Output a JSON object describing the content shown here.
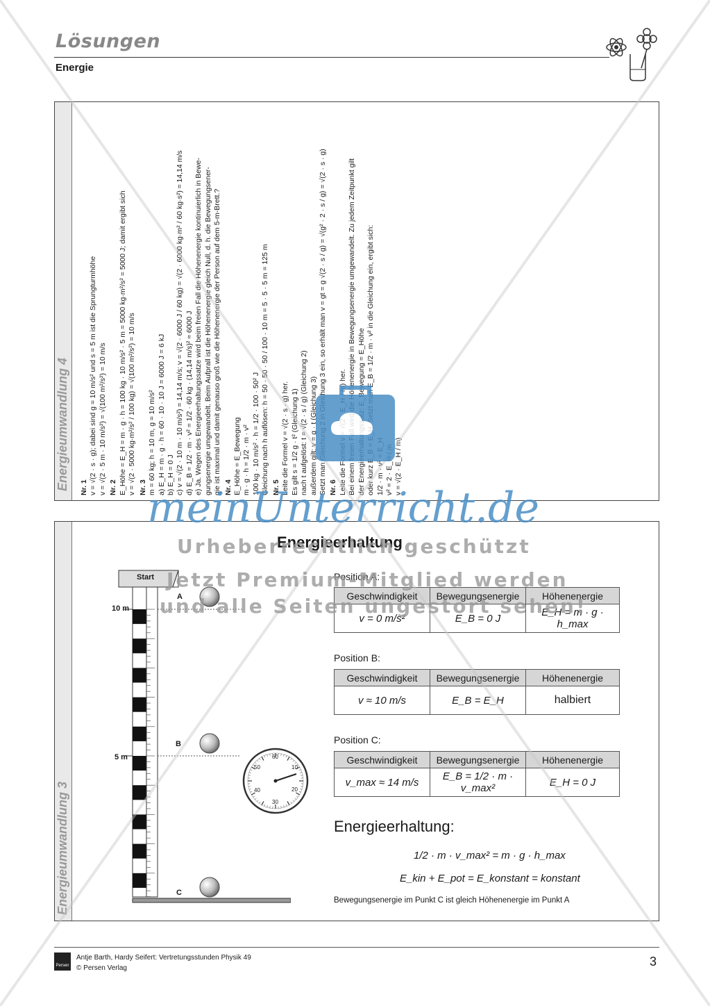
{
  "header": {
    "title": "Lösungen",
    "subtitle": "Energie"
  },
  "panel_top": {
    "side_label": "Energieumwandlung 4",
    "lines": [
      {
        "text": "Nr. 1",
        "bold": true
      },
      {
        "text": "v = √(2 · s · g); dabei sind g ≈ 10 m/s² und s = 5 m ist die Sprungturmhöhe"
      },
      {
        "text": "v = √(2 · 5 m · 10 m/s²) = √(100 m²/s²) = 10 m/s"
      },
      {
        "text": "Nr. 2",
        "bold": true
      },
      {
        "text": "E_Höhe = E_H = m · g · h = 100 kg · 10 m/s² · 5 m = 5000 kg·m²/s² = 5000 J; damit ergibt sich"
      },
      {
        "text": "v = √(2 · 5000 kg·m²/s² / 100 kg) = √(100 m²/s²) = 10 m/s"
      },
      {
        "text": "Nr. 3",
        "bold": true
      },
      {
        "text": "m = 60 kg; h = 10 m, g ≈ 10 m/s²"
      },
      {
        "text": "a) E_H = m · g · h = 60 · 10 · 10 J = 6000 J = 6 kJ"
      },
      {
        "text": "b) E_H = 0 J"
      },
      {
        "text": "c) v = √(2 · 10 m · 10 m/s²) ≈ 14,14 m/s; v = √(2 · 6000 J / 60 kg) = √(2 · 6000 kg·m² / 60 kg·s²) ≈ 14,14 m/s"
      },
      {
        "text": "d) E_B = 1/2 · m · v² = 1/2 · 60 kg · (14,14 m/s)² ≈ 6000 J"
      },
      {
        "text": "e) Ja. Wegen des Energieerhaltungssatze wird beim freien Fall die Höhenenergie kontinuierlich in Bewe-"
      },
      {
        "text": "gungsenergie umgewandelt. Beim Aufprall ist die Höhenenergie gleich Null, d. h. die Bewegungsener-"
      },
      {
        "text": "gie ist maximal und damit genauso groß wie die Höhenenergie der Person auf dem 5-m-Brett.?"
      },
      {
        "text": "Nr. 4",
        "bold": true
      },
      {
        "text": "E_Höhe = E_Bewegung"
      },
      {
        "text": "m · g · h = 1/2 · m · v²"
      },
      {
        "text": "100 kg · 10 m/s² · h = 1/2 · 100 · 50² J"
      },
      {
        "text": "Gleichung nach h auflösen: h = 50 · 50 · 50 / 100 · 10 m = 5 · 5 · 5 m = 125 m"
      },
      {
        "text": "Nr. 5",
        "bold": true
      },
      {
        "text": "Leite die Formel v = √(2 · s · g) her."
      },
      {
        "text": "Es gilt s = 1/2 g · t²          (Gleichung 1)"
      },
      {
        "text": "nach t aufgelöst: t = √(2 · s / g)          (Gleichung 2)"
      },
      {
        "text": "außerdem gilt: v = g · t          (Gleichung 3)"
      },
      {
        "text": "Setzt man Gleichung 2 in Gleichung 3 ein, so erhält man v = gt = g √(2 · s / g) = √(g² · 2 · s / g) = √(2 · s · g)"
      },
      {
        "text": "Nr. 6",
        "bold": true
      },
      {
        "text": "Leite die Formel v = √(2 · E_H / m) her."
      },
      {
        "text": "Bei einem freien Fall wird die Höhenenergie in Bewegungsenergie umgewandelt. Zu jedem Zeitpunkt gilt"
      },
      {
        "text": "der Energieerhaltungssatz: E_Bewegung = E_Höhe"
      },
      {
        "text": "oder kurz E_B = E_H. Setzt man E_B = 1/2 · m · v² in die Gleichung ein, ergibt sich:"
      },
      {
        "text": "1/2 · m · v² = E_H"
      },
      {
        "text": "v² = 2 · E_H / m"
      },
      {
        "text": "v = √(2 · E_H / m)"
      }
    ]
  },
  "panel_bottom": {
    "side_label": "Energieumwandlung 3",
    "heading": "Energieerhaltung",
    "scale": {
      "start": "Start",
      "label_10": "10 m",
      "label_5": "5 m"
    },
    "points": {
      "a": "A",
      "b": "B",
      "c": "C"
    },
    "stopwatch": {
      "n60": "60",
      "n10": "10",
      "n20": "20",
      "n30": "30",
      "n40": "40",
      "n50": "50"
    },
    "col_headers": {
      "v": "Geschwindigkeit",
      "eb": "Bewegungsenergie",
      "eh": "Höhenenergie"
    },
    "position_a": {
      "label": "Position A:",
      "v": "v = 0 m/s²",
      "eb": "E_B = 0 J",
      "eh": "E_H = m · g · h_max"
    },
    "position_b": {
      "label": "Position B:",
      "v": "v ≈ 10 m/s",
      "eb": "E_B = E_H",
      "eh": "halbiert"
    },
    "position_c": {
      "label": "Position C:",
      "v": "v_max ≈ 14 m/s",
      "eb": "E_B = 1/2 · m · v_max²",
      "eh": "E_H = 0 J"
    },
    "summary_heading": "Energieerhaltung:",
    "eq1": "1/2 · m · v_max² = m · g · h_max",
    "eq2": "E_kin + E_pot = E_konstant = konstant",
    "note": "Bewegungsenergie im Punkt C ist gleich Höhenenergie im Punkt A"
  },
  "watermark": {
    "brand": "meinUnterricht.de",
    "line1": "Urheberrechtlich geschützt",
    "line2": "Jetzt Premium-Mitglied werden",
    "line3": "und alle Seiten ungestört sehen!"
  },
  "footer": {
    "publisher": "Persen",
    "line1": "Antje Barth, Hardy Seifert: Vertretungsstunden Physik 49",
    "line2": "© Persen Verlag",
    "page": "3"
  }
}
